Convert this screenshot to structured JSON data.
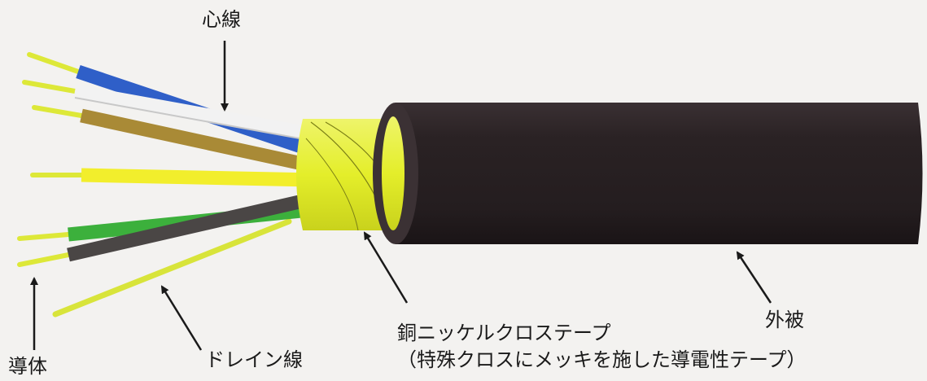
{
  "labels": {
    "core_wire": "心線",
    "conductor": "導体",
    "drain_wire": "ドレイン線",
    "tape_line1": "銅ニッケルクロステープ",
    "tape_line2": "（特殊クロスにメッキを施した導電性テープ）",
    "sheath": "外被"
  },
  "colors": {
    "background": "#f3f2f0",
    "sheath": "#2a2224",
    "tape": "#e4ee2a",
    "conductor": "#dde838",
    "wire_blue": "#2f5fc8",
    "wire_white": "#f2f2f2",
    "wire_brown": "#a98a36",
    "wire_yellow": "#f2ee2c",
    "wire_green": "#3cb03c",
    "wire_gray": "#4a4645"
  }
}
